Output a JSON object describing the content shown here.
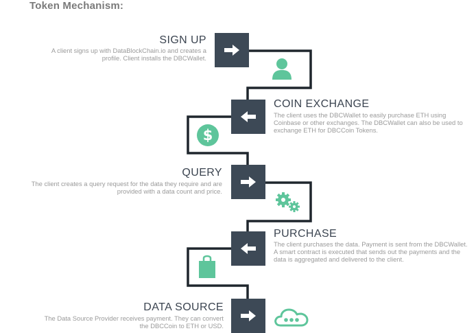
{
  "heading": "Token Mechanism:",
  "colors": {
    "box": "#3d4956",
    "line": "#1f262d",
    "accent": "#5ec59b"
  },
  "steps": [
    {
      "title": "SIGN UP",
      "description": "A client signs up with DataBlockChain.io and creates a profile. Client installs the DBCWallet.",
      "arrow": "right-arrow",
      "icon": "user-icon"
    },
    {
      "title": "COIN EXCHANGE",
      "description": "The client uses the DBCWallet to easily purchase ETH using Coinbase or other exchanges. The DBCWallet can also be used to exchange ETH for DBCCoin Tokens.",
      "arrow": "left-arrow",
      "icon": "dollar-coin-icon"
    },
    {
      "title": "QUERY",
      "description": "The client creates a query request for the data they require and are provided with a data count and price.",
      "arrow": "right-arrow",
      "icon": "gears-icon"
    },
    {
      "title": "PURCHASE",
      "description": "The client purchases the data. Payment is sent from the DBCWallet. A smart contract is executed that sends out the payments and the data is aggregated and delivered to the client.",
      "arrow": "left-arrow",
      "icon": "shopping-bag-icon"
    },
    {
      "title": "DATA SOURCE",
      "description": "The Data Source Provider receives payment. They can convert the DBCCoin to ETH or USD.",
      "arrow": "right-arrow",
      "icon": "cloud-icon"
    }
  ]
}
